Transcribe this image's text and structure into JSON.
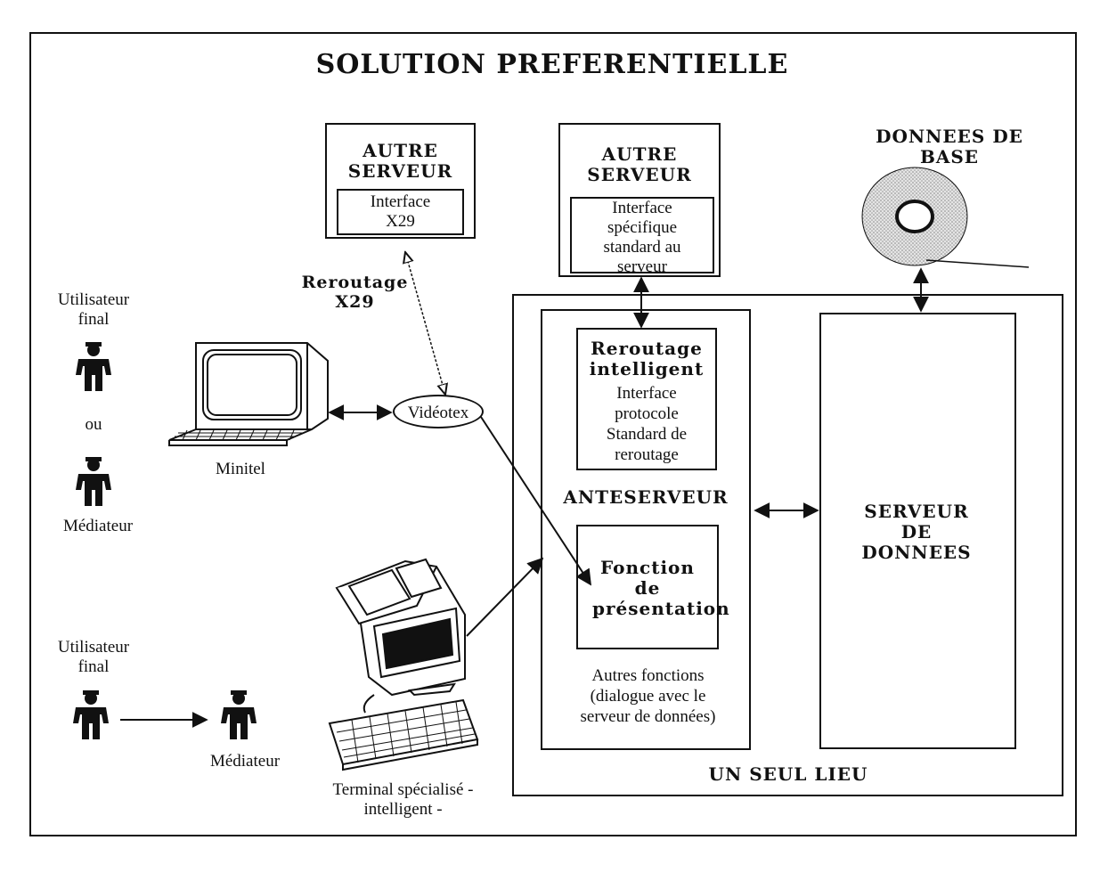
{
  "title": "SOLUTION PREFERENTIELLE",
  "autre_serveur_1": {
    "title": "AUTRE SERVEUR",
    "interface": "Interface X29"
  },
  "autre_serveur_2": {
    "title": "AUTRE SERVEUR",
    "interface": "Interface spécifique standard au serveur"
  },
  "donnees_de_base": "DONNEES DE BASE",
  "reroutage_x29": "Reroutage X29",
  "utilisateur_1": "Utilisateur final",
  "ou": "ou",
  "mediateur_1": "Médiateur",
  "minitel": "Minitel",
  "videotex": "Vidéotex",
  "anteserveur": {
    "reroutage_title": "Reroutage intelligent",
    "reroutage_desc": "Interface protocole Standard de reroutage",
    "label": "ANTESERVEUR",
    "fonction": "Fonction de présentation",
    "autres": "Autres fonctions (dialogue avec le serveur de données)"
  },
  "serveur_donnees": "SERVEUR DE DONNEES",
  "un_seul_lieu": "UN SEUL LIEU",
  "utilisateur_2": "Utilisateur final",
  "mediateur_2": "Médiateur",
  "terminal": "Terminal spécialisé - intelligent -"
}
